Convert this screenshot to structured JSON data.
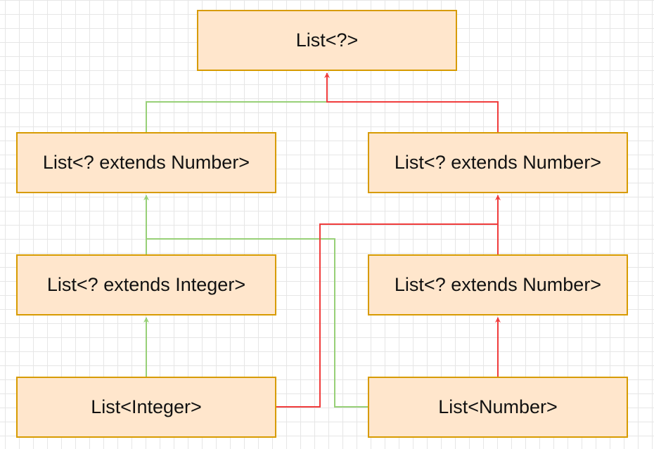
{
  "nodes": {
    "root": "List<?>",
    "upper_left": "List<? extends Number>",
    "upper_right": "List<? extends Number>",
    "middle_left": "List<? extends Integer>",
    "middle_right": "List<? extends Number>",
    "bottom_left": "List<Integer>",
    "bottom_right": "List<Number>"
  },
  "colors": {
    "node_fill": "#ffe6cc",
    "node_border": "#d79b00",
    "green_connector": "#97d077",
    "red_connector": "#f03c3c",
    "grid": "#e6e6e6"
  },
  "edges": [
    {
      "from": "upper_left",
      "to": "root",
      "color": "green"
    },
    {
      "from": "upper_right",
      "to": "root",
      "color": "red"
    },
    {
      "from": "middle_left",
      "to": "upper_left",
      "color": "green"
    },
    {
      "from": "bottom_left",
      "to": "middle_left",
      "color": "green"
    },
    {
      "from": "bottom_right",
      "to": "upper_left",
      "color": "green"
    },
    {
      "from": "middle_right",
      "to": "upper_right",
      "color": "red"
    },
    {
      "from": "bottom_left",
      "to": "upper_right",
      "color": "red"
    },
    {
      "from": "bottom_right",
      "to": "middle_right",
      "color": "red"
    }
  ]
}
